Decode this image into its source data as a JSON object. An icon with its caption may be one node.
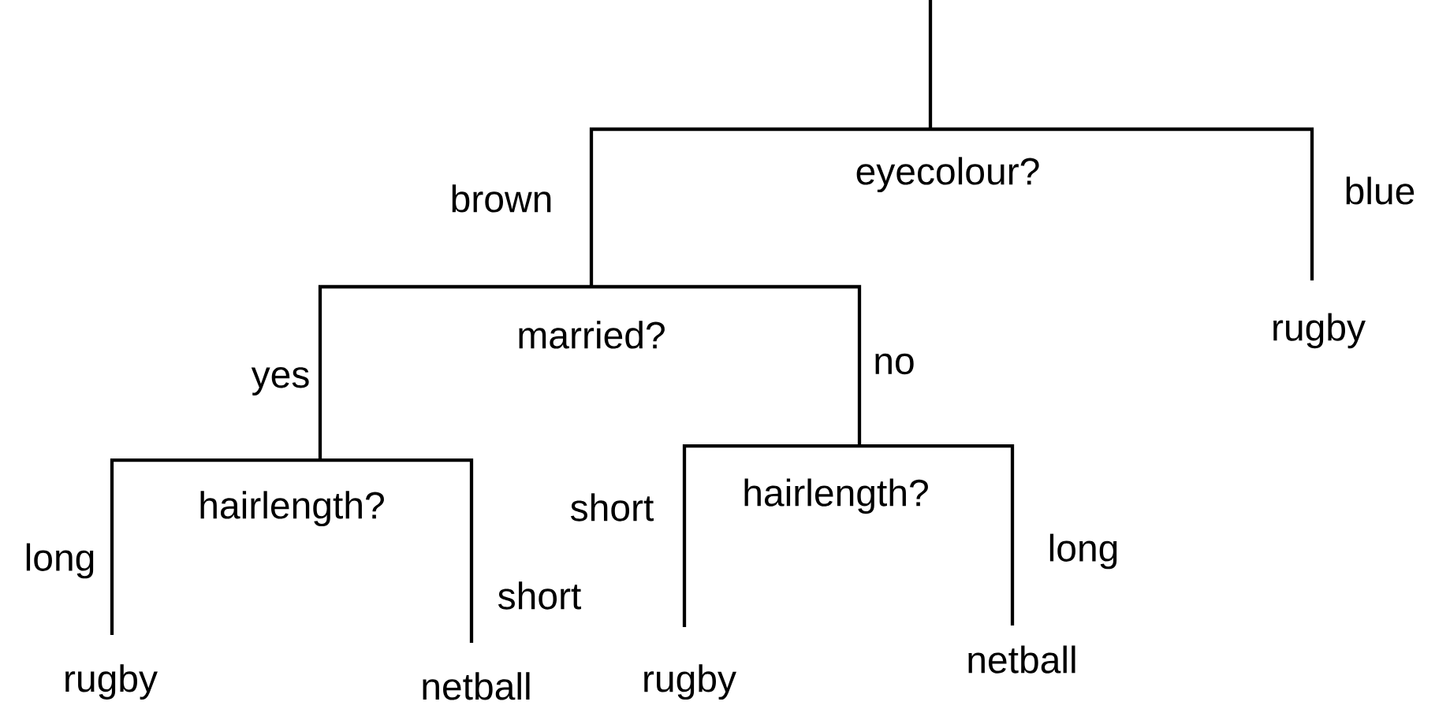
{
  "diagram": {
    "nodes": [
      {
        "text": [
          "eyecolour?"
        ]
      },
      {
        "text": [
          "married?"
        ]
      },
      {
        "text": [
          "rugby"
        ]
      },
      {
        "text": [
          "hairlength?"
        ]
      },
      {
        "text": [
          "hairlength?"
        ]
      },
      {
        "text": [
          "rugby"
        ]
      },
      {
        "text": [
          "netball"
        ]
      },
      {
        "text": [
          "rugby"
        ]
      },
      {
        "text": [
          "netball"
        ]
      }
    ],
    "edges": [
      {
        "from": null,
        "to": 0,
        "arrow": "none"
      },
      {
        "from": 0,
        "to": 1,
        "arrow": "none",
        "label": "brown"
      },
      {
        "from": 0,
        "to": 2,
        "arrow": "none",
        "label": "blue"
      },
      {
        "from": 1,
        "to": 3,
        "arrow": "none",
        "label": "yes"
      },
      {
        "from": 1,
        "to": 4,
        "arrow": "none",
        "label": "no"
      },
      {
        "from": 3,
        "to": 5,
        "arrow": "none",
        "label": "long"
      },
      {
        "from": 3,
        "to": 6,
        "arrow": "none",
        "label": "short"
      },
      {
        "from": 4,
        "to": 7,
        "arrow": "none",
        "label": "short"
      },
      {
        "from": 4,
        "to": 8,
        "arrow": "none",
        "label": "long"
      }
    ]
  }
}
